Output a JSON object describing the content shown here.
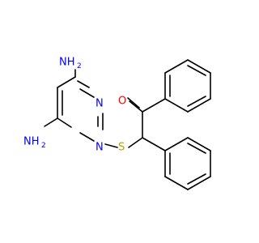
{
  "molecule": {
    "colors": {
      "bond": "#000000",
      "N": "#0000ff",
      "O": "#ff0000",
      "S": "#b8a300"
    },
    "labels": {
      "nh2_top": "NH",
      "nh2_top_sub": "2",
      "nh2_bottom": "NH",
      "nh2_bottom_sub": "2",
      "n_ring_upper": "N",
      "n_ring_lower": "N",
      "sulfur": "S",
      "oxygen": "O"
    }
  }
}
